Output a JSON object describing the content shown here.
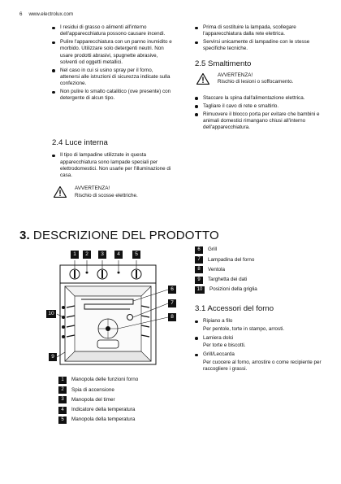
{
  "header": {
    "page_number": "6",
    "site": "www.electrolux.com"
  },
  "left_column": {
    "bullets": [
      "I residui di grasso o alimenti all'interno dell'apparecchiatura possono causare incendi.",
      "Pulire l'apparecchiatura con un panno inumidito e morbido. Utilizzare solo detergenti neutri. Non usare prodotti abrasivi, spugnette abrasive, solventi od oggetti metallici.",
      "Nel caso in cui si usino spray per il forno, attenersi alle istruzioni di sicurezza indicate sulla confezione.",
      "Non pulire lo smalto catalitico (ove presente) con detergente di alcun tipo."
    ],
    "section_24_title": "2.4 Luce interna",
    "section_24_bullet": "Il tipo di lampadine utilizzate in questa apparecchiatura sono lampade speciali per elettrodomestici. Non usarle per l'illuminazione di casa.",
    "warning_title": "AVVERTENZA!",
    "warning_text": "Rischio di scosse elettriche."
  },
  "right_column": {
    "bullets": [
      "Prima di sostituire la lampada, scollegare l'apparecchiatura dalla rete elettrica.",
      "Servirsi unicamente di lampadine con le stesse specifiche tecniche."
    ],
    "section_25_title": "2.5 Smaltimento",
    "warning_title": "AVVERTENZA!",
    "warning_text": "Rischio di lesioni o soffocamento.",
    "disposal_bullets": [
      "Staccare la spina dall'alimentazione elettrica.",
      "Tagliare il cavo di rete e smaltirlo.",
      "Rimuovere il blocco porta per evitare che bambini e animali domestici rimangano chiusi all'interno dell'apparecchiatura."
    ]
  },
  "section3": {
    "number": "3.",
    "title": "DESCRIZIONE DEL PRODOTTO"
  },
  "diagram": {
    "callouts": [
      "1",
      "2",
      "3",
      "4",
      "5",
      "6",
      "7",
      "8",
      "9",
      "10"
    ]
  },
  "legend_left": [
    {
      "num": "1",
      "label": "Manopola delle funzioni forno"
    },
    {
      "num": "2",
      "label": "Spia di accensione"
    },
    {
      "num": "3",
      "label": "Manopola del timer"
    },
    {
      "num": "4",
      "label": "Indicatore della temperatura"
    },
    {
      "num": "5",
      "label": "Manopola della temperatura"
    }
  ],
  "legend_right": [
    {
      "num": "6",
      "label": "Grill"
    },
    {
      "num": "7",
      "label": "Lampadina del forno"
    },
    {
      "num": "8",
      "label": "Ventola"
    },
    {
      "num": "9",
      "label": "Targhetta dei dati"
    },
    {
      "num": "10",
      "label": "Posizioni della griglia"
    }
  ],
  "accessories": {
    "title": "3.1 Accessori del forno",
    "items": [
      {
        "name": "Ripiano a filo",
        "desc": "Per pentole, torte in stampo, arrosti."
      },
      {
        "name": "Lamiera dolci",
        "desc": "Per torte e biscotti."
      },
      {
        "name": "Grill/Leccarda",
        "desc": "Per cuocere al forno, arrostire o come recipiente per raccogliere i grassi."
      }
    ]
  }
}
